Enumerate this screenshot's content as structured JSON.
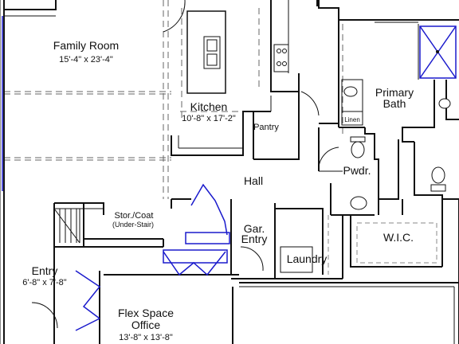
{
  "colors": {
    "wall": "#111111",
    "dashed": "#666666",
    "door_blue": "#1a1acc",
    "background": "#ffffff"
  },
  "rooms": {
    "family_room": {
      "name": "Family Room",
      "dims": "15'-4\" x 23'-4\""
    },
    "kitchen": {
      "name": "Kitchen",
      "dims": "10'-8\" x 17'-2\""
    },
    "pantry": {
      "name": "Pantry"
    },
    "primary_bath": {
      "line1": "Primary",
      "line2": "Bath"
    },
    "linen": {
      "name": "Linen"
    },
    "powder": {
      "name": "Pwdr."
    },
    "hall": {
      "name": "Hall"
    },
    "stor_coat": {
      "name": "Stor./Coat",
      "note": "(Under-Stair)"
    },
    "garage_entry": {
      "line1": "Gar.",
      "line2": "Entry"
    },
    "laundry": {
      "name": "Laundry"
    },
    "wic": {
      "name": "W.I.C."
    },
    "entry": {
      "name": "Entry",
      "dims": "6'-8\" x 7'-8\""
    },
    "flex": {
      "line1": "Flex Space",
      "line2": "Office",
      "dims": "13'-8\" x 13'-8\""
    }
  },
  "icons": [
    "sink-icon",
    "range-icon",
    "toilet-icon",
    "shower-icon",
    "stair-icon",
    "door-swing-icon"
  ]
}
